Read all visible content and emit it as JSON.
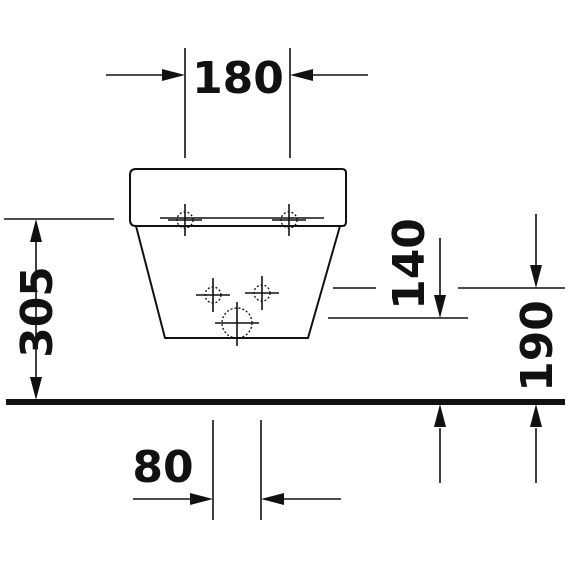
{
  "dimensions": {
    "top_width": "180",
    "bottom_offset": "80",
    "total_height": "305",
    "inlet_height": "140",
    "outlet_height": "190"
  }
}
